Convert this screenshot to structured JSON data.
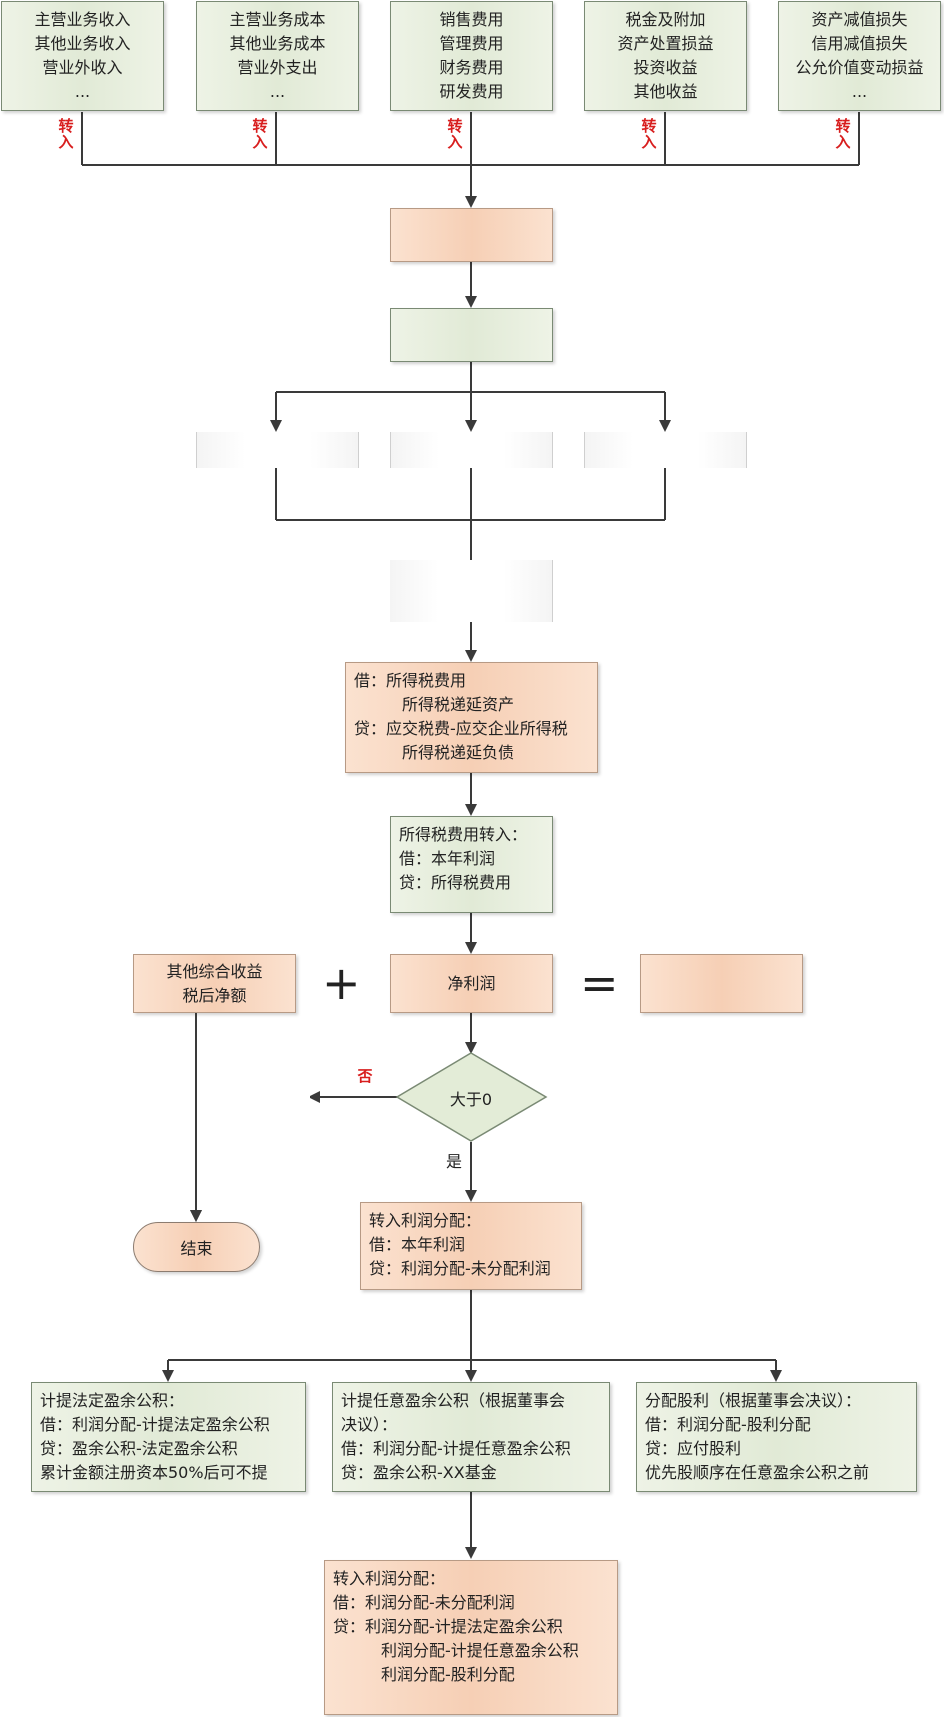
{
  "sources": [
    {
      "lines": [
        "主营业务收入",
        "其他业务收入",
        "营业外收入",
        "..."
      ],
      "arrow_label": "转入"
    },
    {
      "lines": [
        "主营业务成本",
        "其他业务成本",
        "营业外支出",
        "..."
      ],
      "arrow_label": "转入"
    },
    {
      "lines": [
        "销售费用",
        "管理费用",
        "财务费用",
        "研发费用"
      ],
      "arrow_label": "转入"
    },
    {
      "lines": [
        "税金及附加",
        "资产处置损益",
        "投资收益",
        "其他收益"
      ],
      "arrow_label": "转入"
    },
    {
      "lines": [
        "资产减值损失",
        "信用减值损失",
        "公允价值变动损益",
        "..."
      ],
      "arrow_label": "转入"
    }
  ],
  "tax_entry": {
    "lines": [
      "借：所得税费用",
      "所得税递延资产",
      "贷：应交税费-应交企业所得税",
      "所得税递延负债"
    ]
  },
  "tax_transfer": {
    "lines": [
      "所得税费用转入：",
      "借：本年利润",
      "贷：所得税费用"
    ]
  },
  "oci": {
    "lines": [
      "其他综合收益",
      "税后净额"
    ]
  },
  "plus_sign": "+",
  "net_profit": "净利润",
  "equals_sign": "=",
  "decision": {
    "label": "大于0",
    "no_label": "否",
    "yes_label": "是"
  },
  "end_label": "结束",
  "profit_transfer": {
    "lines": [
      "转入利润分配：",
      "借：本年利润",
      "贷：利润分配-未分配利润"
    ]
  },
  "distributions": [
    {
      "lines": [
        "计提法定盈余公积：",
        "借：利润分配-计提法定盈余公积",
        "贷：盈余公积-法定盈余公积",
        "累计金额注册资本50%后可不提"
      ]
    },
    {
      "lines": [
        "计提任意盈余公积（根据董事会",
        "决议）：",
        "借：利润分配-计提任意盈余公积",
        "贷：盈余公积-XX基金"
      ]
    },
    {
      "lines": [
        "分配股利（根据董事会决议）：",
        "借：利润分配-股利分配",
        "贷：应付股利",
        "优先股顺序在任意盈余公积之前"
      ]
    }
  ],
  "final_entry": {
    "lines": [
      "转入利润分配：",
      "借：利润分配-未分配利润",
      "贷：利润分配-计提法定盈余公积",
      "利润分配-计提任意盈余公积",
      "利润分配-股利分配"
    ]
  }
}
